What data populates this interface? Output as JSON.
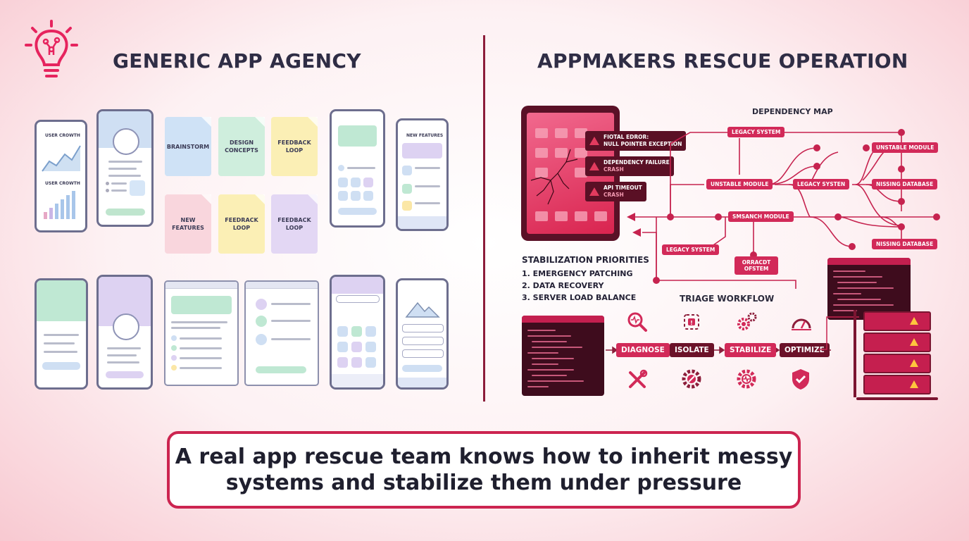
{
  "left_panel": {
    "title": "GENERIC APP AGENCY",
    "chart_labels": [
      "USER CROWTH",
      "USER CROWTH"
    ],
    "notes": [
      {
        "label": "BRAINSTORM",
        "color": "#cfe2f6"
      },
      {
        "label": "DESIGN CONCEPTS",
        "color": "#cfeedd"
      },
      {
        "label": "FEEDBACK LOOP",
        "color": "#fbefb5"
      },
      {
        "label": "NEW FEATURES",
        "color": "#f9d6dd"
      },
      {
        "label": "FEEDRACK LOOP",
        "color": "#fbefb5"
      },
      {
        "label": "FEEDBACK LOOP",
        "color": "#e3d7f4"
      }
    ],
    "phone_label": "NEW FEATURES"
  },
  "right_panel": {
    "title": "APPMAKERS RESCUE OPERATION",
    "alerts": [
      {
        "line1": "FIOTAL EDROR:",
        "line2": "NULL POINTER EXCEPTION"
      },
      {
        "line1": "DEPENDENCY FAILURE",
        "line2": "CRASH"
      },
      {
        "line1": "API TIMEOUT",
        "line2": "CRASH"
      }
    ],
    "dependency_map": {
      "title": "DEPENDENCY MAP",
      "nodes": [
        "LEGACY SYSTEM",
        "UNSTABLE MODULE",
        "LEGACY SYSTEN",
        "UNSTABLE MODULE",
        "NISSING DATABASE",
        "SMSANCH MODULE",
        "NISSING DATABASE",
        "LEGACY SYSTEM",
        "ORRACDT OFSTEM"
      ]
    },
    "priorities": {
      "title": "STABILIZATION PRIORITIES",
      "items": [
        "1. EMERGENCY PATCHING",
        "2. DATA RECOVERY",
        "3. SERVER LOAD BALANCE"
      ]
    },
    "triage": {
      "title": "TRIAGE WORKFLOW",
      "steps": [
        "DIAGNOSE",
        "ISOLATE",
        "STABILIZE",
        "OPTIMIZE"
      ]
    }
  },
  "banner": {
    "line1": "A real app rescue team knows how to inherit messy",
    "line2": "systems and stabilize them under pressure"
  },
  "colors": {
    "accent": "#d22a59",
    "dark": "#4e0f24",
    "text": "#2f2d45"
  }
}
